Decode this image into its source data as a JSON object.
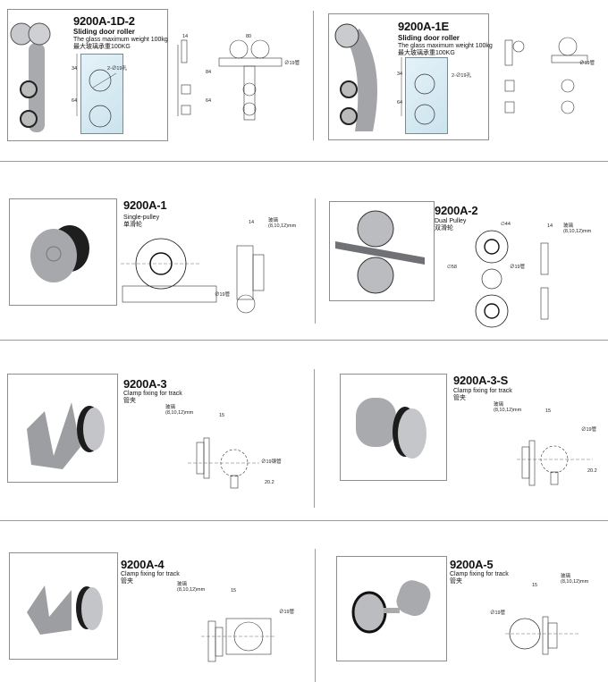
{
  "products": [
    {
      "model": "9200A-1D-2",
      "name": "Sliding door roller",
      "weight": "The glass maximum weight 100kg",
      "cn": "最大玻璃承重100KG",
      "dims": {
        "hole": "2-∅19孔",
        "a": "34",
        "b": "64",
        "c": "14",
        "d": "80",
        "e": "84",
        "f": "64",
        "tube": "∅19管"
      }
    },
    {
      "model": "9200A-1E",
      "name": "Sliding door roller",
      "weight": "The glass maximum weight 100kg",
      "cn": "最大玻璃承重100KG",
      "dims": {
        "hole": "2-∅19孔",
        "a": "34",
        "b": "64",
        "tube": "∅19管"
      }
    },
    {
      "model": "9200A-1",
      "name": "Single-pulley",
      "cn": "单滑轮",
      "dims": {
        "w": "14",
        "glass": "玻璃",
        "glass_sizes": "(8,10,12)mm",
        "tube": "∅19管"
      }
    },
    {
      "model": "9200A-2",
      "name": "Dual Pulley",
      "cn": "双滑轮",
      "dims": {
        "d1": "∅44",
        "d2": "∅58",
        "tube": "∅19管",
        "w": "14",
        "glass": "玻璃",
        "glass_sizes": "(8,10,12)mm"
      }
    },
    {
      "model": "9200A-3",
      "name": "Clamp fixing for track",
      "cn": "管夹",
      "dims": {
        "glass": "玻璃",
        "glass_sizes": "(8,10,12)mm",
        "w": "15",
        "tube": "∅19钢管",
        "h": "20.2"
      }
    },
    {
      "model": "9200A-3-S",
      "name": "Clamp fixing for track",
      "cn": "管夹",
      "dims": {
        "glass": "玻璃",
        "glass_sizes": "(8,10,12)mm",
        "w": "15",
        "tube": "∅19管",
        "h": "20.2"
      }
    },
    {
      "model": "9200A-4",
      "name": "Clamp fixing for track",
      "cn": "管夹",
      "dims": {
        "glass": "玻璃",
        "glass_sizes": "(8,10,12)mm",
        "w": "15",
        "tube": "∅19管"
      }
    },
    {
      "model": "9200A-5",
      "name": "Clamp fixing for track",
      "cn": "管夹",
      "dims": {
        "glass": "玻璃",
        "glass_sizes": "(8,10,12)mm",
        "w": "15",
        "tube": "∅19管"
      }
    }
  ]
}
